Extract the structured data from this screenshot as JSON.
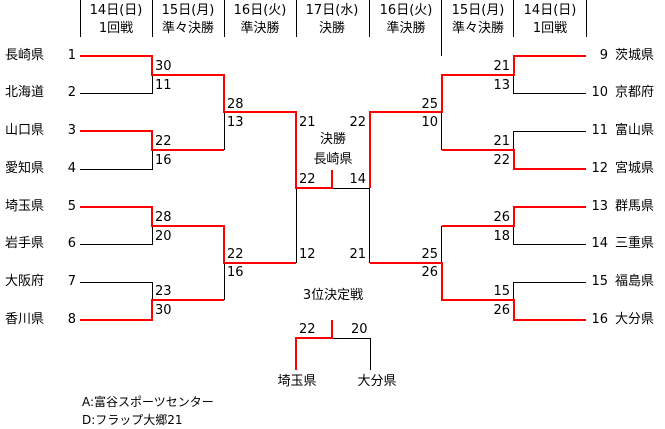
{
  "header": {
    "left": [
      {
        "date": "14日(日)",
        "round": "1回戦"
      },
      {
        "date": "15日(月)",
        "round": "準々決勝"
      },
      {
        "date": "16日(火)",
        "round": "準決勝"
      }
    ],
    "center": {
      "date": "17日(水)",
      "round": "決勝"
    },
    "right": [
      {
        "date": "16日(火)",
        "round": "準決勝"
      },
      {
        "date": "15日(月)",
        "round": "準々決勝"
      },
      {
        "date": "14日(日)",
        "round": "1回戦"
      }
    ]
  },
  "left_teams": [
    {
      "seed": "1",
      "name": "長崎県"
    },
    {
      "seed": "2",
      "name": "北海道"
    },
    {
      "seed": "3",
      "name": "山口県"
    },
    {
      "seed": "4",
      "name": "愛知県"
    },
    {
      "seed": "5",
      "name": "埼玉県"
    },
    {
      "seed": "6",
      "name": "岩手県"
    },
    {
      "seed": "7",
      "name": "大阪府"
    },
    {
      "seed": "8",
      "name": "香川県"
    }
  ],
  "right_teams": [
    {
      "seed": "9",
      "name": "茨城県"
    },
    {
      "seed": "10",
      "name": "京都府"
    },
    {
      "seed": "11",
      "name": "富山県"
    },
    {
      "seed": "12",
      "name": "宮城県"
    },
    {
      "seed": "13",
      "name": "群馬県"
    },
    {
      "seed": "14",
      "name": "三重県"
    },
    {
      "seed": "15",
      "name": "福島県"
    },
    {
      "seed": "16",
      "name": "大分県"
    }
  ],
  "scores": {
    "left_r1": [
      "30",
      "11",
      "22",
      "16",
      "28",
      "20",
      "23",
      "30"
    ],
    "left_qf": [
      "28",
      "13",
      "22",
      "16"
    ],
    "left_sf": [
      "21",
      "12"
    ],
    "right_r1": [
      "21",
      "13",
      "21",
      "22",
      "26",
      "18",
      "15",
      "26"
    ],
    "right_qf": [
      "25",
      "10",
      "25",
      "26"
    ],
    "right_sf": [
      "22",
      "21"
    ],
    "final": [
      "22",
      "14"
    ]
  },
  "final": {
    "label": "決勝",
    "champion": "長崎県"
  },
  "third_place": {
    "label": "3位決定戦",
    "scores": [
      "22",
      "20"
    ],
    "teams": [
      "埼玉県",
      "大分県"
    ]
  },
  "venues": [
    "A:富谷スポーツセンター",
    "D:フラップ大郷21"
  ],
  "colors": {
    "winner_line": "#ff0000",
    "line": "#000000"
  }
}
